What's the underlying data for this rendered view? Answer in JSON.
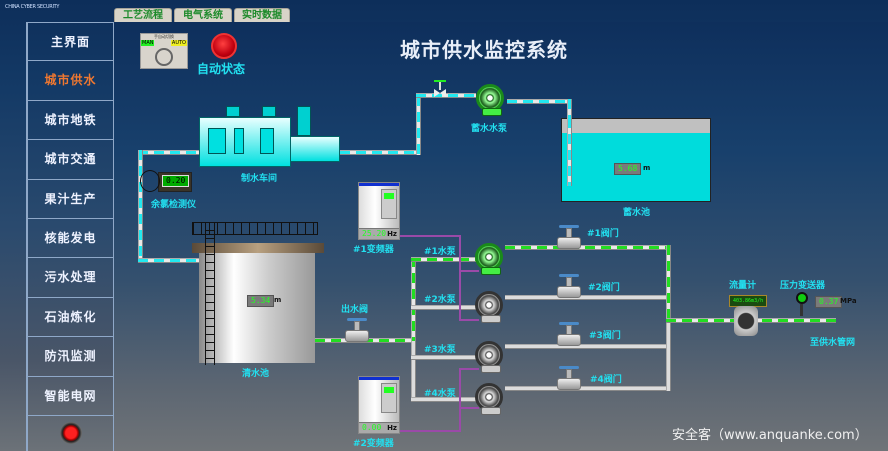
{
  "brand": "CHINA CYBER SECURITY",
  "tabs": [
    "工艺流程",
    "电气系统",
    "实时数据"
  ],
  "sidebar": {
    "items": [
      {
        "label": "主界面",
        "active": false
      },
      {
        "label": "城市供水",
        "active": true
      },
      {
        "label": "城市地铁",
        "active": false
      },
      {
        "label": "城市交通",
        "active": false
      },
      {
        "label": "果汁生产",
        "active": false
      },
      {
        "label": "核能发电",
        "active": false
      },
      {
        "label": "污水处理",
        "active": false
      },
      {
        "label": "石油炼化",
        "active": false
      },
      {
        "label": "防汛监测",
        "active": false
      },
      {
        "label": "智能电网",
        "active": false
      }
    ],
    "stop_icon": "emergency-stop-icon"
  },
  "header": {
    "title": "城市供水监控系统"
  },
  "mode_switch": {
    "title": "手自动切换",
    "man": "MAN",
    "auto": "AUTO"
  },
  "auto_status": {
    "label": "自动状态",
    "color": "#e01010"
  },
  "chlorine": {
    "label": "余氯检测仪",
    "value": "0.20"
  },
  "workshop": {
    "label": "制水车间"
  },
  "storage_pump": {
    "label": "蓄水水泵"
  },
  "storage_tank": {
    "label": "蓄水池",
    "value": "5.68",
    "unit": "m"
  },
  "clear_tank": {
    "label": "清水池",
    "value": "5.34",
    "unit": "m"
  },
  "outlet_valve": {
    "label": "出水阀"
  },
  "vfd1": {
    "label": "#1变频器",
    "value": "25.20",
    "unit": "Hz"
  },
  "vfd2": {
    "label": "#2变频器",
    "value": "0.00",
    "unit": "Hz"
  },
  "pumps": [
    {
      "label": "#1水泵",
      "on": true
    },
    {
      "label": "#2水泵",
      "on": false
    },
    {
      "label": "#3水泵",
      "on": false
    },
    {
      "label": "#4水泵",
      "on": false
    }
  ],
  "valves": [
    {
      "label": "#1阀门"
    },
    {
      "label": "#2阀门"
    },
    {
      "label": "#3阀门"
    },
    {
      "label": "#4阀门"
    }
  ],
  "flow_meter": {
    "label": "流量计",
    "value": "403.86m3/h"
  },
  "pressure": {
    "label": "压力变送器",
    "value": "0.37",
    "unit": "MPa"
  },
  "destination": {
    "label": "至供水管网"
  },
  "watermark": "安全客（www.anquanke.com）",
  "colors": {
    "flow_cyan": "#22e8f0",
    "flow_green": "#22dd22",
    "active_nav": "#f07830",
    "label": "#22e0f0"
  }
}
